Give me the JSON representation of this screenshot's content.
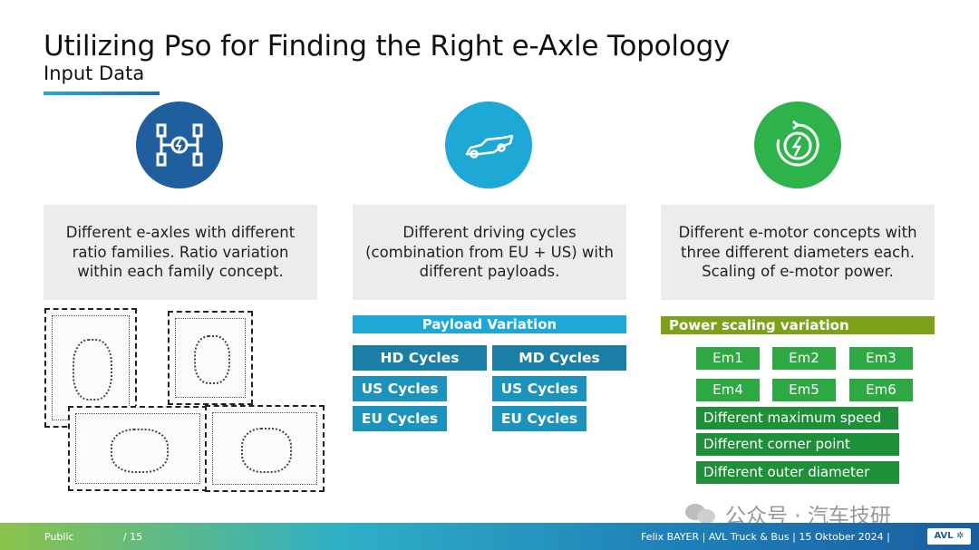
{
  "slide": {
    "title": "Utilizing Pso for Finding the Right e-Axle Topology",
    "subtitle": "Input Data"
  },
  "icons": [
    "e-axle-icon",
    "race-car-icon",
    "e-motor-icon"
  ],
  "colors": {
    "axle_circle": "#1f5f9e",
    "cycle_circle": "#1ea8d6",
    "motor_circle": "#2db34a",
    "payload_band": "#1ea8d6",
    "power_band": "#7da21a",
    "em_box": "#2ea843",
    "variation_box": "#1f8f3a"
  },
  "columns": {
    "axles": {
      "text": "Different e-axles with different ratio families. Ratio variation within each family concept."
    },
    "cycles": {
      "text": "Different driving cycles (combination from EU + US) with different payloads."
    },
    "motors": {
      "text": "Different e-motor concepts with three different diameters each. Scaling of e-motor power."
    }
  },
  "payload": {
    "band": "Payload Variation",
    "left": {
      "head": "HD Cycles",
      "us": "US Cycles",
      "eu": "EU Cycles"
    },
    "right": {
      "head": "MD Cycles",
      "us": "US Cycles",
      "eu": "EU Cycles"
    }
  },
  "power": {
    "band": "Power scaling variation",
    "em": [
      "Em1",
      "Em2",
      "Em3",
      "Em4",
      "Em5",
      "Em6"
    ],
    "variations": [
      "Different maximum speed",
      "Different corner point",
      "Different outer diameter"
    ]
  },
  "watermark": {
    "text": "公众号 · 汽车技研"
  },
  "footer": {
    "classification": "Public",
    "page": "/ 15",
    "author": "Felix BAYER | AVL Truck & Bus | 15 Oktober 2024 |",
    "logo": "AVL"
  }
}
